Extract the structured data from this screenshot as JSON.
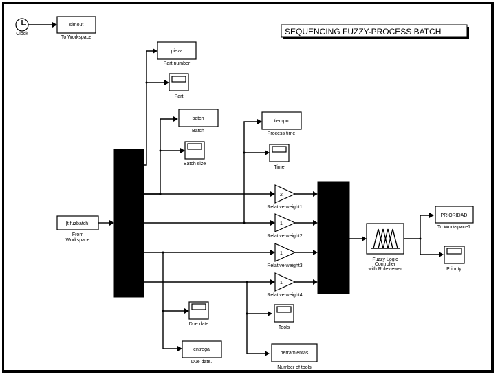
{
  "title": "SEQUENCING FUZZY-PROCESS BATCH",
  "blocks": {
    "clock": {
      "label": "Clock"
    },
    "to_workspace": {
      "value": "simout",
      "label": "To Workspace"
    },
    "from_workspace": {
      "value": "[t,fuzbatch]",
      "label_line1": "From",
      "label_line2": "Workspace"
    },
    "part_number": {
      "value": "pieza",
      "label": "Part number"
    },
    "part_scope": {
      "label": "Part"
    },
    "batch": {
      "value": "batch",
      "label": "Batch"
    },
    "batch_scope": {
      "label": "Batch size"
    },
    "process_time": {
      "value": "tiempo",
      "label": "Process time"
    },
    "time_scope": {
      "label": "Time"
    },
    "gain1": {
      "value": "2",
      "label": "Relative weight1"
    },
    "gain2": {
      "value": "1",
      "label": "Relative weight2"
    },
    "gain3": {
      "value": "1",
      "label": "Relative weight3"
    },
    "gain4": {
      "value": "1",
      "label": "Relative weight4"
    },
    "fuzzy": {
      "label_line1": "Fuzzy Logic",
      "label_line2": "Controller",
      "label_line3": "with Ruleviewer"
    },
    "prioridad": {
      "value": "PRIORIDAD",
      "label": "To Workspace1"
    },
    "priority_scope": {
      "label": "Priority"
    },
    "due_date_scope": {
      "label": "Due date"
    },
    "entrega": {
      "value": "entrega",
      "label": "Due date."
    },
    "tools_scope": {
      "label": "Tools"
    },
    "herramientas": {
      "value": "herramientas",
      "label": "Number of tools"
    }
  }
}
